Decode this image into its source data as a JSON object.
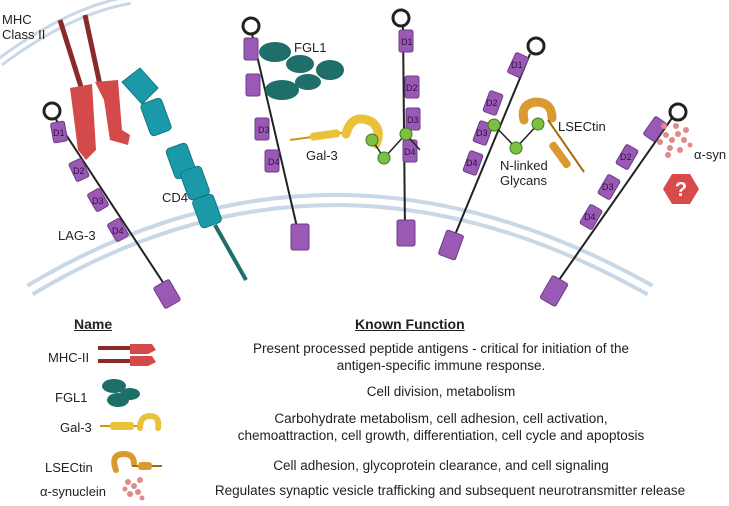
{
  "diagram": {
    "labels": {
      "mhc_class_ii": "MHC\nClass II",
      "lag3": "LAG-3",
      "cd4": "CD4",
      "fgl1": "FGL1",
      "gal3": "Gal-3",
      "lsectin": "LSECtin",
      "n_linked_glycans": "N-linked\nGlycans",
      "alpha_syn": "α-syn",
      "question": "?"
    },
    "domains": [
      "D1",
      "D2",
      "D3",
      "D4"
    ],
    "colors": {
      "lag3_domain": "#9b59b6",
      "mhc": "#d44a4a",
      "cd4": "#1a9aa8",
      "fgl1": "#1e6e6a",
      "gal3": "#e9c23a",
      "lsectin": "#d99a32",
      "glycan": "#7bc043",
      "alpha_syn": "#e08a8a",
      "question_hex": "#d84b4b",
      "membrane": "#c9d8e6"
    }
  },
  "legend": {
    "name_header": "Name",
    "function_header": "Known Function",
    "rows": [
      {
        "name": "MHC-II",
        "function": "Present processed peptide antigens - critical for initiation of the\nantigen-specific immune response."
      },
      {
        "name": "FGL1",
        "function": "Cell division, metabolism"
      },
      {
        "name": "Gal-3",
        "function": "Carbohydrate metabolism,  cell adhesion, cell activation,\nchemoattraction, cell growth, differentiation, cell cycle and apoptosis"
      },
      {
        "name": "LSECtin",
        "function": "Cell adhesion, glycoprotein clearance, and cell signaling"
      },
      {
        "name": "α-synuclein",
        "function": "Regulates synaptic vesicle trafficking and subsequent neurotransmitter release"
      }
    ]
  }
}
